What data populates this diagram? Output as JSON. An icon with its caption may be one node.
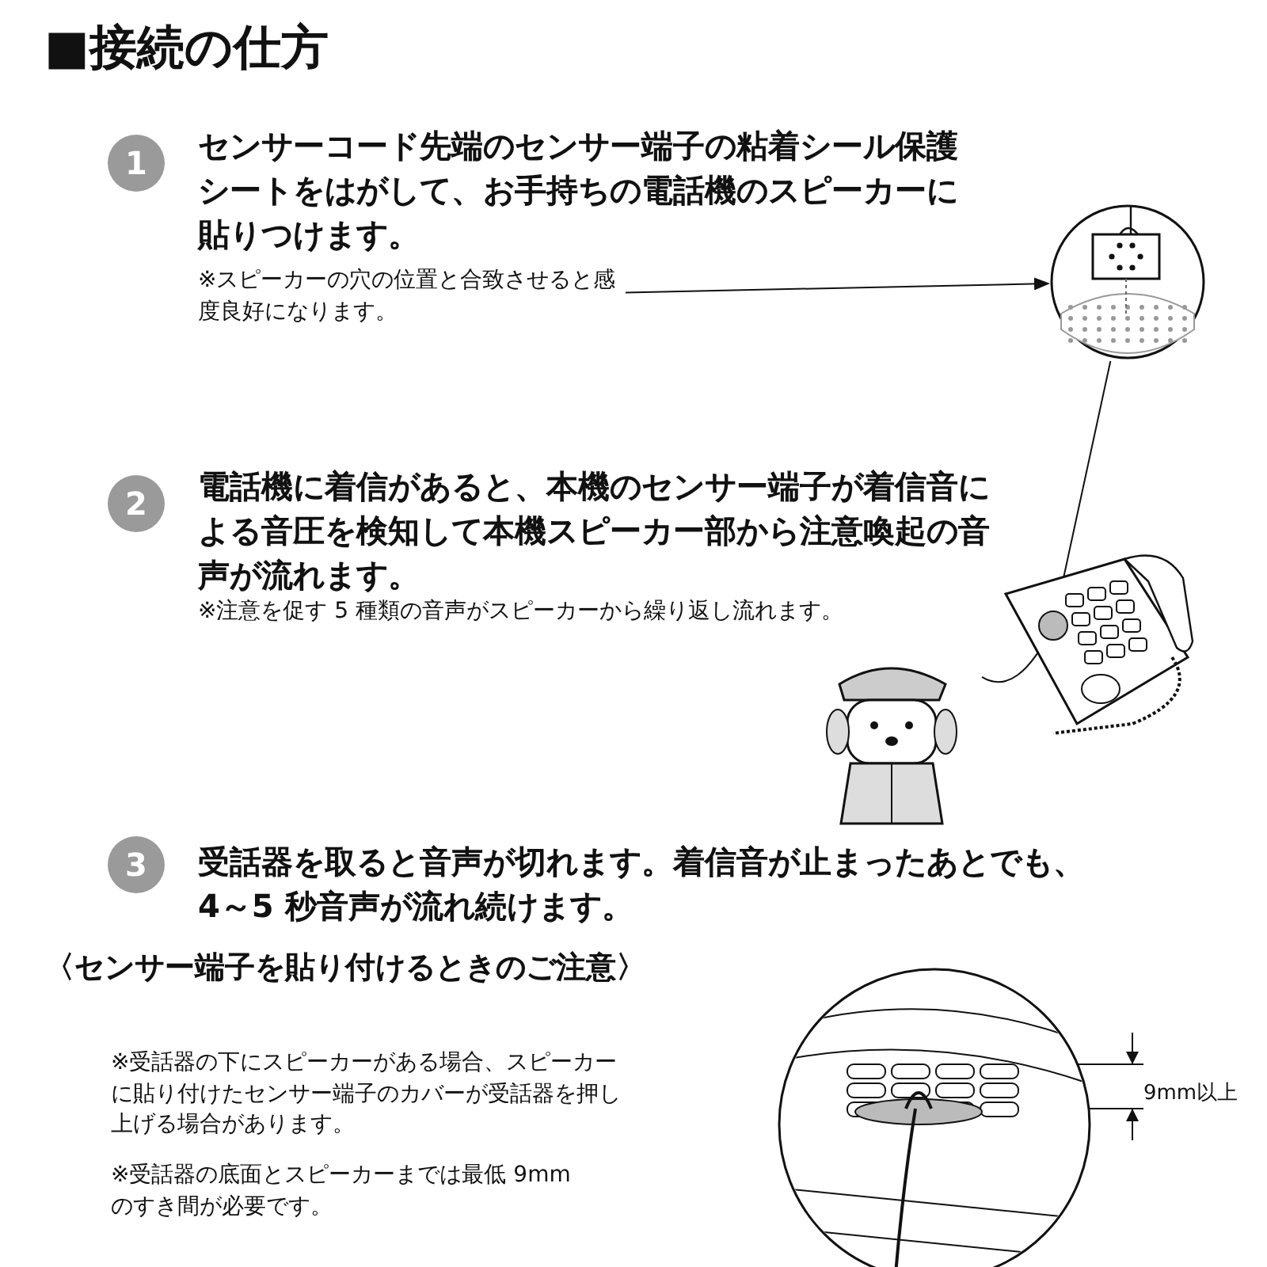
{
  "diagram": {
    "title": "■接続の仕方",
    "nodes": [
      {
        "text": [
          "1"
        ],
        "beside": [
          "センサーコード先端のセンサー端子の粘着シール保護シートをはがして、お手持ちの電話機のスピーカーに貼りつけます。"
        ]
      },
      {
        "text": [
          "※スピーカーの穴の位置と合致させると感度良好になります。"
        ]
      },
      {
        "text": [],
        "shape": "picture"
      },
      {
        "text": [],
        "shape": "picture"
      },
      {
        "text": [],
        "shape": "picture"
      },
      {
        "text": [
          "2"
        ],
        "beside": [
          "電話機に着信があると、本機のセンサー端子が着信音による音圧を検知して本機スピーカー部から注意喚起の音声が流れます。"
        ]
      },
      {
        "text": [
          "3"
        ],
        "beside": [
          "受話器を取ると音声が切れます。着信音が止まったあとでも、4～5 秒音声が流れ続けます。"
        ]
      },
      {
        "text": [],
        "shape": "picture"
      }
    ],
    "edges": [
      {
        "from": 1,
        "to": 2,
        "arrow": "to"
      },
      {
        "from": 2,
        "to": 3,
        "arrow": "none"
      },
      {
        "from": 4,
        "to": 3,
        "arrow": "none"
      }
    ],
    "labels": [
      "※注意を促す 5 種類の音声がスピーカーから繰り返し流れます。",
      "〈センサー端子を貼り付けるときのご注意〉",
      "※受話器の下にスピーカーがある場合、スピーカーに貼り付けたセンサー端子のカバーが受話器を押し上げる場合があります。",
      "※受話器の底面とスピーカーまでは最低 9mm のすき間が必要です。",
      "9mm以上"
    ]
  }
}
